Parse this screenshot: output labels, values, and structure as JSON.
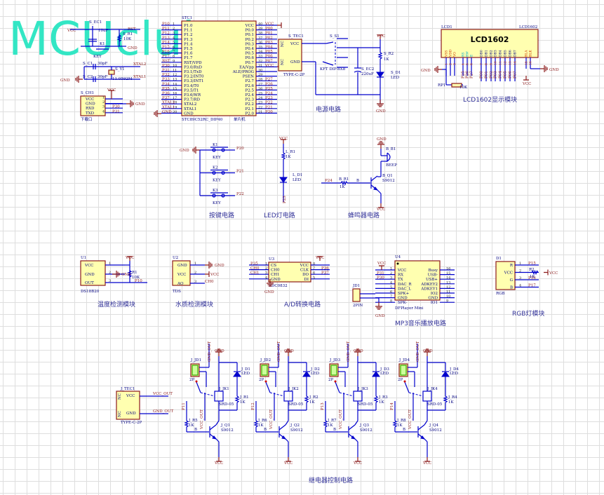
{
  "watermark": "MCUclub",
  "mcu": {
    "ref": "STC1",
    "part": "STC89C52RC_DIP40",
    "desc": "单片机",
    "left_pins": [
      "P1.0",
      "P1.1",
      "P1.2",
      "P1.3",
      "P1.4",
      "P1.5",
      "P1.6",
      "P1.7",
      "RST/VPD",
      "P3.0/RxD",
      "P3.1/TxD",
      "P3.2/INT0",
      "P3.3/INT1",
      "P3.4/T0",
      "P3.5/T1",
      "P3.6/WR",
      "P3.7/RD",
      "XTAL2",
      "XTAL1",
      "GND"
    ],
    "left_nets": [
      "P10",
      "P11",
      "P12",
      "P13",
      "P14",
      "P15",
      "P16",
      "P17",
      "RST",
      "P30",
      "P31",
      "P32",
      "P33",
      "P34",
      "P35",
      "P36",
      "P37",
      "XTAL2",
      "XTAL1",
      "GND"
    ],
    "right_pins": [
      "VCC",
      "P0.0",
      "P0.1",
      "P0.2",
      "P0.3",
      "P0.4",
      "P0.5",
      "P0.6",
      "P0.7",
      "EA/Vpp",
      "ALE/PROG",
      "PSEN",
      "P2.7",
      "P2.6",
      "P2.5",
      "P2.4",
      "P2.3",
      "P2.2",
      "P2.1",
      "P2.0"
    ],
    "right_nets": [
      "VCC",
      "P00",
      "P01",
      "P02",
      "P03",
      "P04",
      "P05",
      "P06",
      "P07",
      "VCC",
      "",
      "",
      "P27",
      "P26",
      "P25",
      "P24",
      "P23",
      "P22",
      "P21",
      "P20"
    ]
  },
  "crystal": {
    "c1": "S_C1",
    "c1v": "30pF",
    "c2": "S_C2",
    "c2v": "30pF",
    "y": "S_Y1",
    "yv": "11.0592M",
    "xtal2": "XTAL2",
    "xtal1": "XTAL1",
    "gnd": "GND"
  },
  "reset": {
    "cap": "S_EC1",
    "capv": "10uF",
    "r": "S_R1",
    "rv": "10K",
    "key": "K1",
    "keyv": "KEY",
    "rst": "RST",
    "vcc": "VCC",
    "gnd": "GND"
  },
  "serial": {
    "ref": "S_CH1",
    "pins": [
      "VCC",
      "GND",
      "RXD",
      "TXD"
    ],
    "nets": [
      "",
      "",
      "P30",
      "P31"
    ],
    "name": "下载口",
    "vcc": "VCC",
    "gnd": "GND"
  },
  "power": {
    "title": "电源电路",
    "conn": "S_TEC1",
    "conn_pins": [
      "VCC",
      "GND"
    ],
    "nc": "NC",
    "type": "TYPE-C-2P",
    "sw": "S_S1",
    "sw_part": "KFT DIP-8X8",
    "cap": "S_EC2",
    "capv": "220uF",
    "r": "S_R2",
    "rv": "1K",
    "led": "S_D1",
    "ledv": "LED",
    "vcc": "VCC",
    "gnd": "GND"
  },
  "lcd": {
    "ref": "LCD1",
    "part": "LCD1602",
    "name": "LCD1602",
    "title": "LCD1602显示模块",
    "pins": [
      "VSS",
      "VDD",
      "VO",
      "RS",
      "RW",
      "E",
      "DB0",
      "DB1",
      "DB2",
      "DB3",
      "DB4",
      "DB5",
      "DB6",
      "DB7",
      "BLA",
      "BLK"
    ],
    "nets": [
      "",
      "",
      "",
      "P25",
      "P26",
      "P27",
      "P00",
      "P01",
      "P02",
      "P03",
      "P04",
      "P05",
      "P06",
      "P07",
      "",
      ""
    ],
    "rp": "RP1",
    "rpv": "10K",
    "gnd": "GND",
    "vcc": "VCC"
  },
  "keys": {
    "title": "按键电路",
    "gnd": "GND",
    "items": [
      {
        "ref": "K1",
        "part": "KEY",
        "net": "P20"
      },
      {
        "ref": "K2",
        "part": "KEY",
        "net": "P21"
      },
      {
        "ref": "K3",
        "part": "KEY",
        "net": "P22"
      }
    ]
  },
  "led": {
    "title": "LED灯电路",
    "vcc": "VCC",
    "r": "L_R1",
    "rv": "1K",
    "d": "L_D1",
    "dv": "LED",
    "net": "P23"
  },
  "buzzer": {
    "title": "蜂鸣器电路",
    "gnd": "GND",
    "ref": "B_B1",
    "part": "BEEP",
    "r": "B_R1",
    "rv": "1K",
    "net": "P24",
    "q": "B_Q1",
    "qv": "S9012",
    "b": "B",
    "vcc": "VCC"
  },
  "temp": {
    "title": "温度检测模块",
    "ref": "U1",
    "part": "DS18B20",
    "pins": [
      "VCC",
      "GND",
      "OUT"
    ],
    "r": "R1",
    "rv": "10K",
    "net": "P10",
    "vcc": "VCC",
    "gnd": "GND"
  },
  "tds": {
    "title": "水质检测模块",
    "ref": "U2",
    "part": "TDS",
    "pins": [
      "GND",
      "VCC",
      "AO"
    ],
    "net": "CH0",
    "vcc": "VCC",
    "gnd": "GND"
  },
  "adc": {
    "title": "A/D转换电路",
    "ref": "U3",
    "part": "ADC0832",
    "left": [
      "CS",
      "CH0",
      "CH1",
      "GND"
    ],
    "right": [
      "VCC",
      "CLK",
      "DO",
      "DI"
    ],
    "left_nets": [
      "P35",
      "CH0",
      "CH1",
      ""
    ],
    "right_nets": [
      "",
      "P36",
      "P37",
      ""
    ],
    "vcc": "VCC",
    "gnd": "GND"
  },
  "mp3": {
    "title": "MP3音乐播放电路",
    "ref": "U4",
    "part": "DFPlayer Mini",
    "left": [
      "VCC",
      "RX",
      "TX",
      "DAC_R",
      "DAC_L",
      "SPK+",
      "GND",
      "SPK-"
    ],
    "right": [
      "Busy",
      "USB-",
      "USB+",
      "ADKEY2",
      "ADKEY1",
      "IO2",
      "GND",
      "IO1"
    ],
    "left_nets": [
      "",
      "P31",
      "P30",
      "",
      "",
      "",
      "",
      ""
    ],
    "jd": "JD1",
    "jdv": "2PIN",
    "vcc": "VCC",
    "gnd": "GND"
  },
  "rgb": {
    "title": "RGB灯模块",
    "ref": "D1",
    "part": "RGB",
    "pins": [
      "R",
      "VCC",
      "G",
      "B"
    ],
    "nets": [
      "P15",
      "",
      "P16",
      "P17"
    ],
    "r": "R2",
    "rv": "1K",
    "vcc": "VCC"
  },
  "relay": {
    "title": "继电器控制电路",
    "conn": "J_TEC1",
    "conn_pins": [
      "VCC",
      "GND"
    ],
    "conn_nets": [
      "VCC_OUT",
      "GND_OUT"
    ],
    "nc": "NC",
    "type": "TYPE-C-2P",
    "gnd": "GND",
    "vcc": "VCC",
    "vcc_out": "VCC_OUT",
    "gnd_out": "GND_OUT",
    "relay_part": "SRD-05",
    "led_part": "LED",
    "r_val": "1K",
    "q_part": "S9012",
    "jd_part": "2P",
    "b": "B",
    "units": [
      {
        "jd": "J_JD1",
        "jk": "J_JK1",
        "d": "J_D1",
        "r": "J_R1",
        "rb": "J_R5",
        "q": "J_Q1",
        "net": "P11"
      },
      {
        "jd": "J_JD2",
        "jk": "J_JK2",
        "d": "J_D2",
        "r": "J_R2",
        "rb": "J_R6",
        "q": "J_Q2",
        "net": "P12"
      },
      {
        "jd": "J_JD3",
        "jk": "J_JK3",
        "d": "J_D3",
        "r": "J_R3",
        "rb": "J_R7",
        "q": "J_Q3",
        "net": "P13"
      },
      {
        "jd": "J_JD4",
        "jk": "J_JK4",
        "d": "J_D4",
        "r": "J_R4",
        "rb": "J_R8",
        "q": "J_Q4",
        "net": "P14"
      }
    ]
  }
}
